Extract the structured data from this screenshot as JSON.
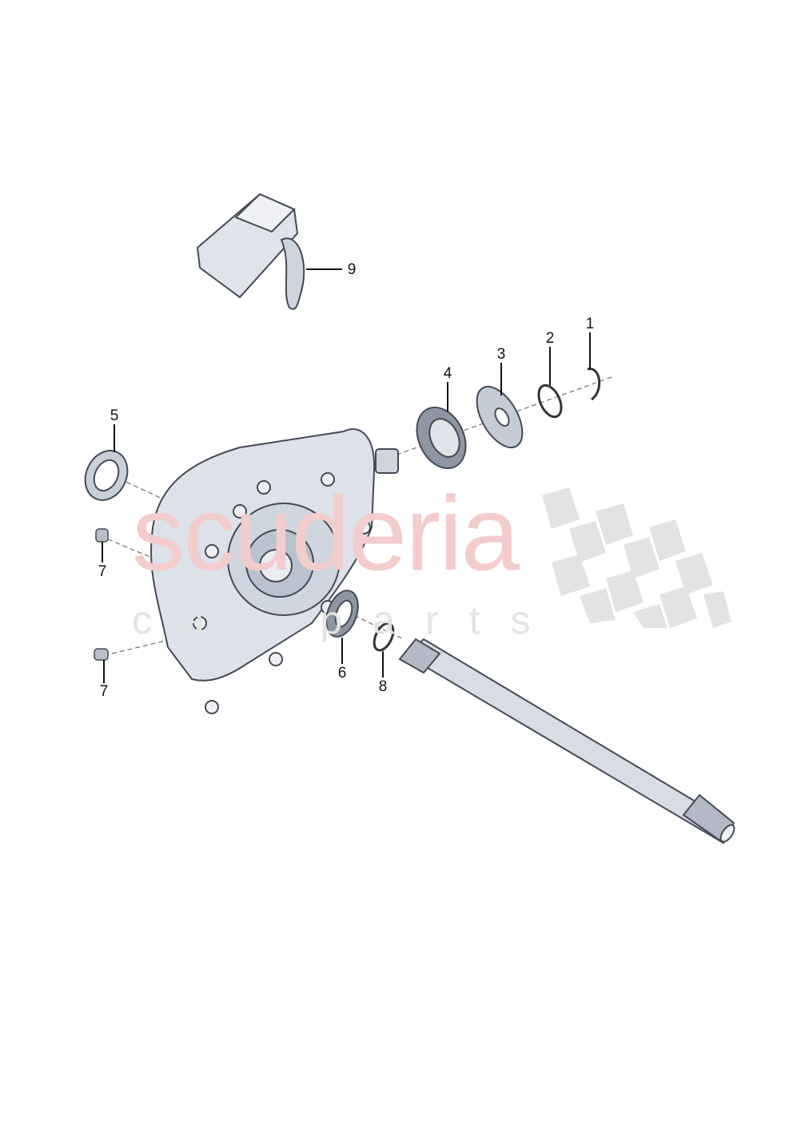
{
  "diagram": {
    "callouts": [
      {
        "label": "1"
      },
      {
        "label": "2"
      },
      {
        "label": "3"
      },
      {
        "label": "4"
      },
      {
        "label": "5"
      },
      {
        "label": "6"
      },
      {
        "label": "7"
      },
      {
        "label": "7"
      },
      {
        "label": "8"
      },
      {
        "label": "9"
      }
    ],
    "parts": [
      "circlip",
      "o-ring",
      "washer",
      "shaft-seal",
      "seal-ring",
      "seal-ring",
      "plug",
      "plug",
      "circlip",
      "control-unit",
      "transfer-case",
      "drive-shaft"
    ]
  },
  "watermark": {
    "brand": "scuderia",
    "sub": "car parts"
  },
  "colors": {
    "part_fill": "#dfe3ea",
    "part_stroke": "#444a55",
    "watermark_red": "#f3cccc",
    "watermark_grey": "#e3e3e3"
  }
}
